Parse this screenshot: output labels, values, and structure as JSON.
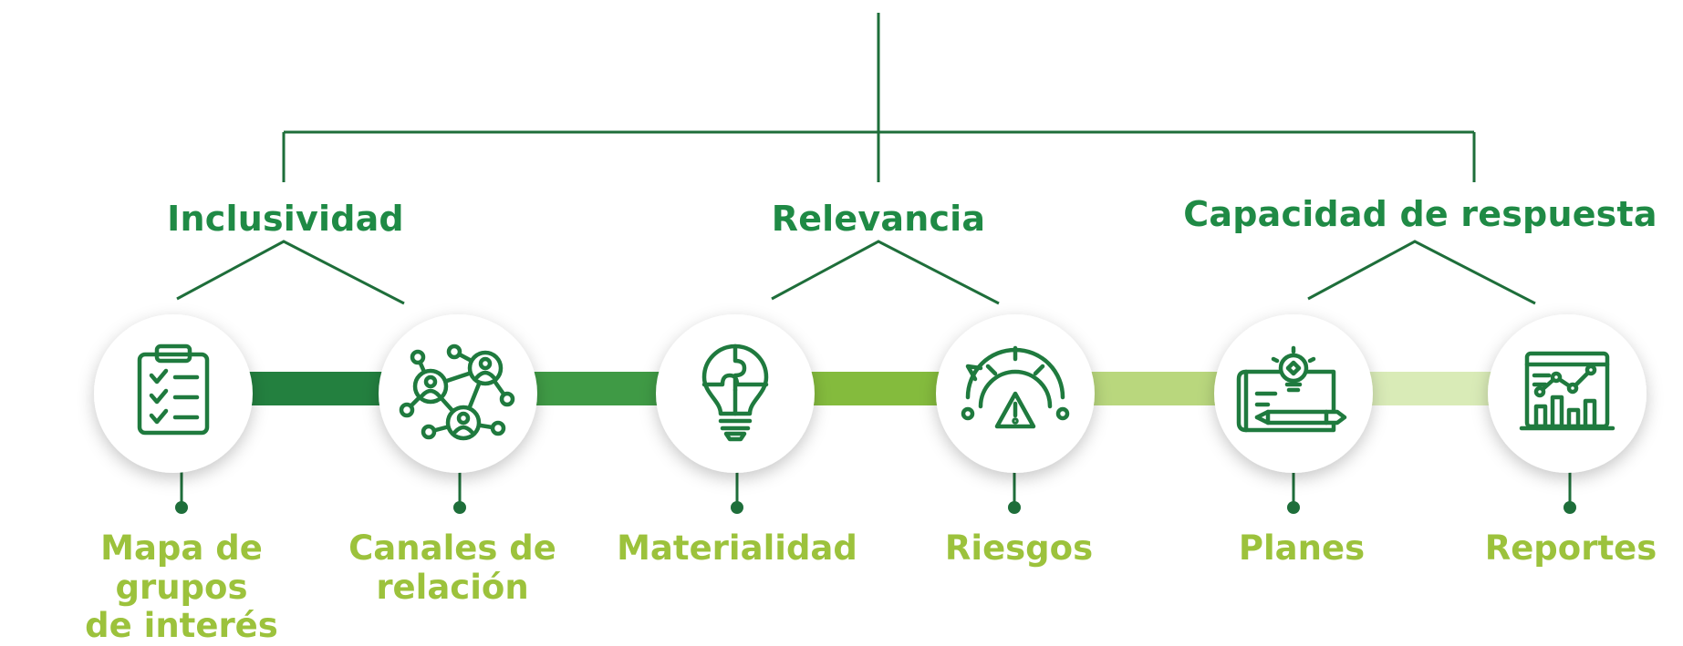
{
  "colors": {
    "connector": "#1e6e3a",
    "title": "#1f8a45",
    "label": "#9cc23c",
    "icon": "#1f7a3e",
    "bar_segments": [
      "#23803f",
      "#3f9a45",
      "#84bb3d",
      "#b9d77d",
      "#d9ebb7"
    ]
  },
  "groups": [
    {
      "title": "Inclusividad",
      "items": [
        {
          "icon": "clipboard-checklist-icon",
          "label_lines": [
            "Mapa de grupos",
            "de interés"
          ]
        },
        {
          "icon": "network-people-icon",
          "label_lines": [
            "Canales de",
            "relación"
          ]
        }
      ]
    },
    {
      "title": "Relevancia",
      "items": [
        {
          "icon": "lightbulb-puzzle-icon",
          "label_lines": [
            "Materialidad"
          ]
        },
        {
          "icon": "risk-gauge-icon",
          "label_lines": [
            "Riesgos"
          ]
        }
      ]
    },
    {
      "title": "Capacidad de respuesta",
      "items": [
        {
          "icon": "blueprint-idea-icon",
          "label_lines": [
            "Planes"
          ]
        },
        {
          "icon": "chart-report-icon",
          "label_lines": [
            "Reportes"
          ]
        }
      ]
    }
  ]
}
